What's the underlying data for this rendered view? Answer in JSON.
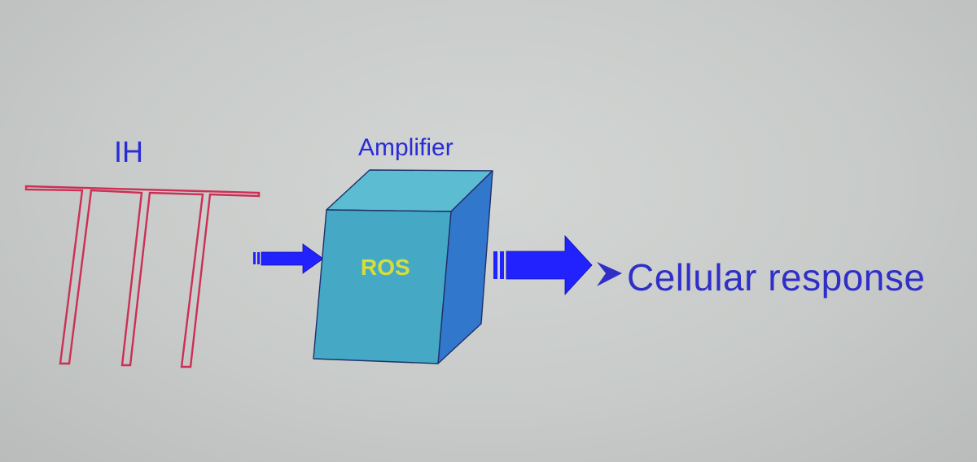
{
  "labels": {
    "input": "IH",
    "amplifier": "Amplifier",
    "core": "ROS",
    "output": "Cellular response"
  },
  "colors": {
    "pulse_line": "#cc2f55",
    "arrow_blue": "#2222ff",
    "label_blue": "#2b2bd6",
    "cube_front": "#45a9c5",
    "cube_top": "#5bbcd2",
    "cube_side": "#3178cc",
    "ros_text": "#d7de3a",
    "background": "#cbcecc"
  },
  "icons": {
    "bullet": "arrowhead-bullet-icon"
  }
}
